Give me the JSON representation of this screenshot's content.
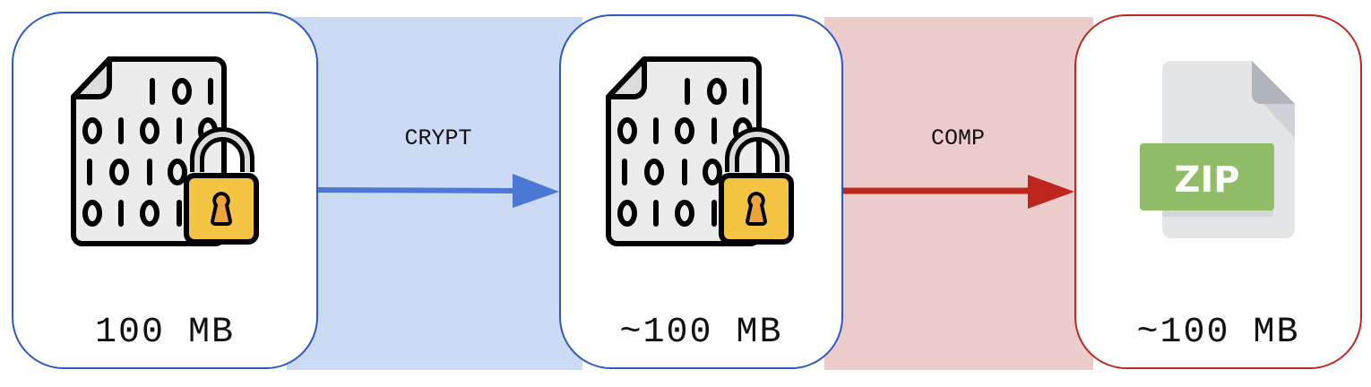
{
  "stages": [
    {
      "id": "original",
      "icon": "encrypted-binary-file-icon",
      "size_label": "100 MB",
      "border_color": "#2f58c6"
    },
    {
      "id": "encrypted",
      "icon": "encrypted-binary-file-icon",
      "size_label": "~100 MB",
      "border_color": "#2f58c6"
    },
    {
      "id": "compressed",
      "icon": "zip-file-icon",
      "size_label": "~100 MB",
      "border_color": "#c0281f"
    }
  ],
  "steps": [
    {
      "label": "CRYPT",
      "color": "#4a78d4",
      "band_color": "#ccdaf3"
    },
    {
      "label": "COMP",
      "color": "#be261d",
      "band_color": "#edcdcb"
    }
  ],
  "zip_icon": {
    "text": "ZIP",
    "label_color": "#91bd69"
  },
  "binary_rows": [
    "101",
    "01010",
    "1010",
    "0101"
  ]
}
